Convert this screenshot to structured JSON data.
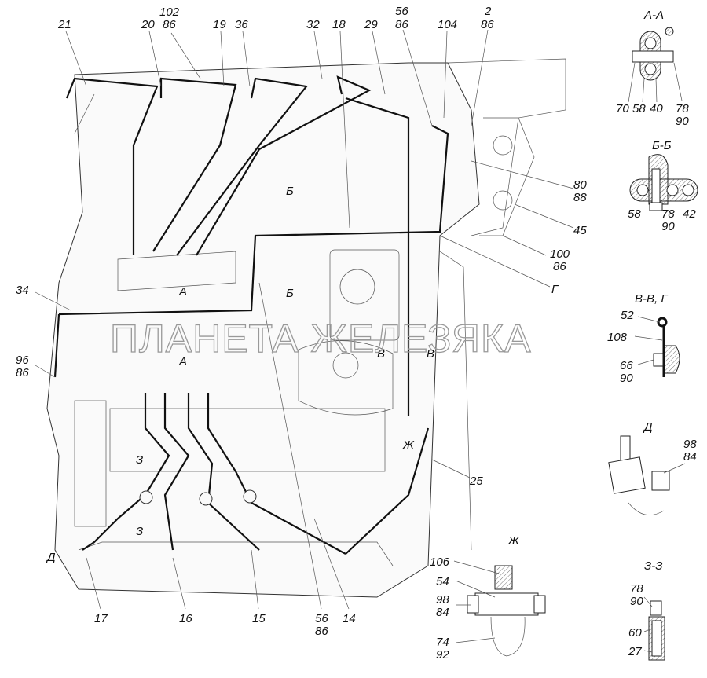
{
  "watermark": "ПЛАНЕТА ЖЕЛЕЗЯКА",
  "callouts_top": [
    "21",
    "20",
    "102",
    "86",
    "19",
    "36",
    "32",
    "18",
    "29",
    "56",
    "86",
    "104",
    "2",
    "86"
  ],
  "callouts_right": [
    "80",
    "88",
    "45",
    "100",
    "86",
    "Г"
  ],
  "callouts_left": [
    "34",
    "96",
    "86",
    "Д"
  ],
  "callouts_bottom": [
    "17",
    "16",
    "15",
    "56",
    "86",
    "14"
  ],
  "callout_25": "25",
  "section_marks": {
    "a1": "А",
    "a2": "А",
    "b1": "Б",
    "b2": "Б",
    "v1": "В",
    "v2": "В",
    "z1": "З",
    "z2": "З",
    "zh": "Ж"
  },
  "section_aa": {
    "title": "А-А",
    "labels": [
      "70",
      "58",
      "40",
      "78",
      "90"
    ]
  },
  "section_bb": {
    "title": "Б-Б",
    "labels": [
      "58",
      "78",
      "90",
      "42"
    ]
  },
  "section_vv": {
    "title": "В-В, Г",
    "labels": [
      "52",
      "108",
      "66",
      "90"
    ]
  },
  "view_d": {
    "title": "Д",
    "labels": [
      "98",
      "84"
    ]
  },
  "section_zz": {
    "title": "З-З",
    "labels": [
      "78",
      "90",
      "60",
      "27"
    ]
  },
  "view_zh": {
    "title": "Ж",
    "labels": [
      "106",
      "54",
      "98",
      "84",
      "74",
      "92"
    ]
  }
}
